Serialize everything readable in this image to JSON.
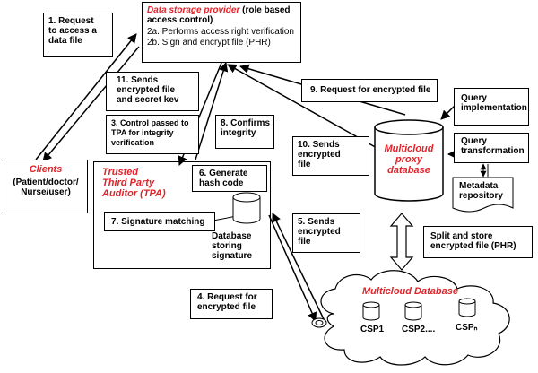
{
  "labels": {
    "request_access": "1. Request\nto access a\ndata file",
    "dsp_title": "Data storage provider",
    "dsp_role": " (role based\naccess control)",
    "dsp_2a": "2a. Performs access right verification",
    "dsp_2b": "2b. Sign and encrypt file (PHR)",
    "sends_key": "11. Sends\nencrypted file\nand secret kev",
    "control_tpa": "3. Control passed to\nTPA for integrity\nverification",
    "confirms": "8.  Confirms\nintegrity",
    "request_9": "9. Request for encrypted file",
    "query_impl": "Query\nimplementation",
    "sends_10": "10. Sends\nencrypted\nfile",
    "query_trans": "Query\ntransformation",
    "metadata": "Metadata\nrepository",
    "proxy_db": "Multicloud\nproxy\ndatabase",
    "clients_title": "Clients",
    "clients_sub": "(Patient/doctor/\nNurse/user)",
    "tpa_title": "Trusted\nThird Party\nAuditor (TPA)",
    "gen_hash": "6. Generate\nhash code",
    "sig_match": "7. Signature matching",
    "db_sig": "Database\nstoring\nsignature",
    "sends_5": "5. Sends\nencrypted\nfile",
    "split_store": "Split and store\nencrypted file (PHR)",
    "request_4": "4. Request for\nencrypted file",
    "multicloud_db": "Multicloud Database",
    "csp1": "CSP1",
    "csp2": "CSP2....",
    "cspn": "CSPₙ"
  },
  "colors": {
    "accent_red": "#e0242a",
    "line": "#000000"
  }
}
